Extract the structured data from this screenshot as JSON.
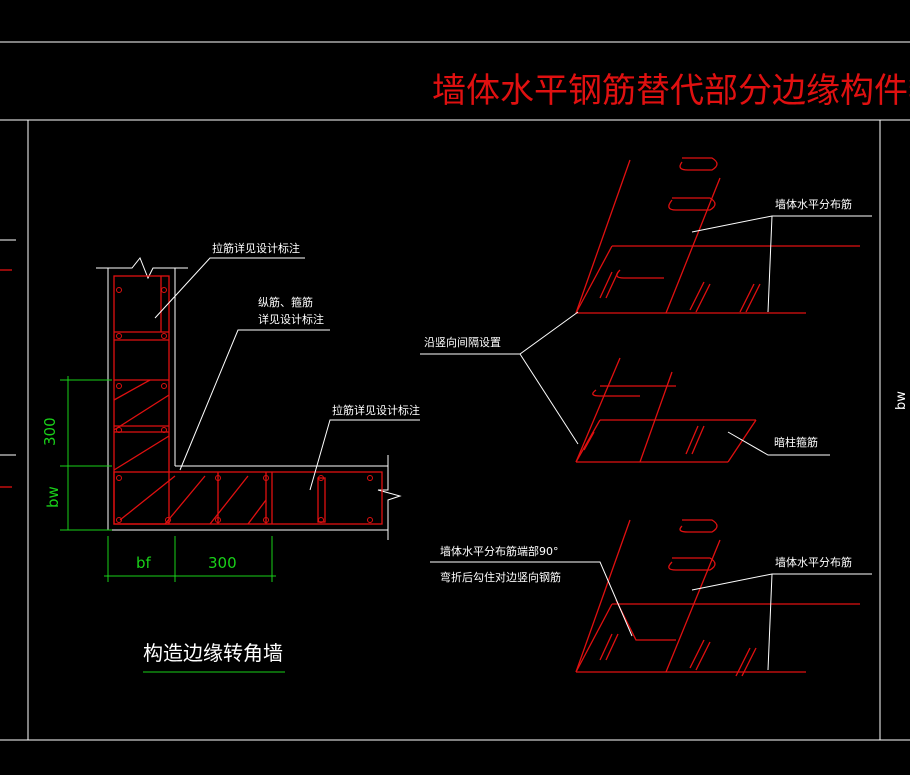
{
  "title": "墙体水平钢筋替代部分边缘构件箍筋",
  "left_detail": {
    "caption": "构造边缘转角墙",
    "note_tie_top": "拉筋详见设计标注",
    "note_rebar_line1": "纵筋、箍筋",
    "note_rebar_line2": "详见设计标注",
    "note_tie_right": "拉筋详见设计标注",
    "dim_300_vertical": "300",
    "dim_bw_vertical": "bw",
    "dim_bf_horizontal": "bf",
    "dim_300_horizontal": "300"
  },
  "right_detail": {
    "label_horizontal_rebar_top": "墙体水平分布筋",
    "label_vertical_spacing": "沿竖向间隔设置",
    "label_hidden_column_stirrup": "暗柱箍筋",
    "label_end_bend_line1": "墙体水平分布筋端部90°",
    "label_end_bend_line2": "弯折后勾住对边竖向钢筋",
    "label_horizontal_rebar_bottom": "墙体水平分布筋"
  },
  "side_labels": {
    "right_edge": "bw"
  },
  "colors": {
    "background": "#000000",
    "frame": "#ffffff",
    "rebar": "#e01010",
    "dimension": "#19d019",
    "title": "#e01010"
  }
}
